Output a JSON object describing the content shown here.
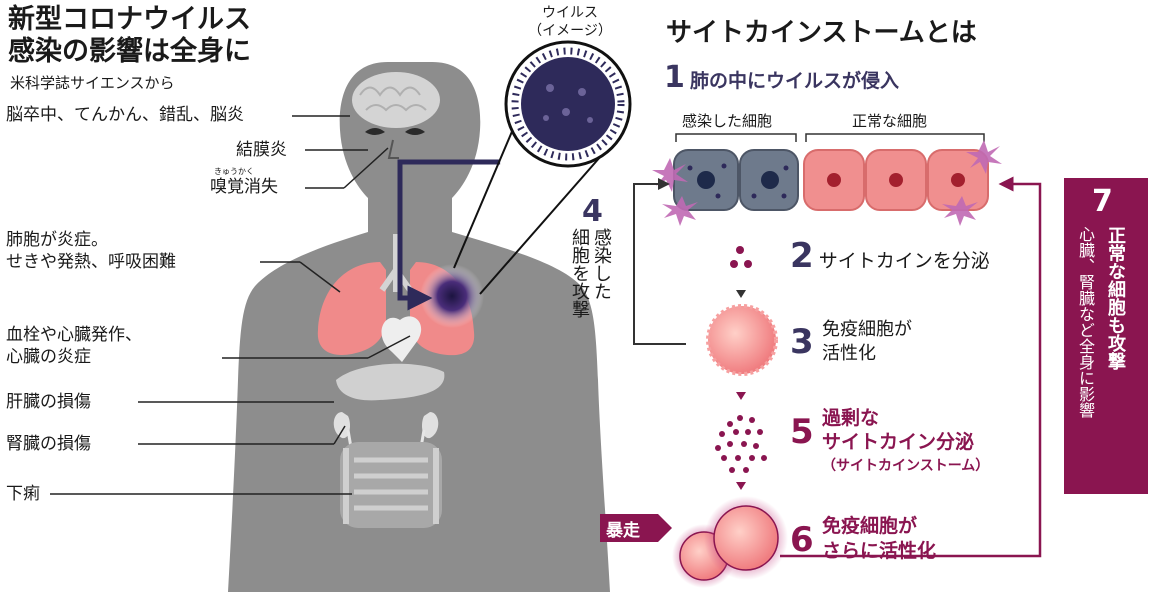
{
  "left": {
    "title_line1": "新型コロナウイルス",
    "title_line2": "感染の影響は全身に",
    "source": "米科学誌サイエンスから",
    "virus_label_line1": "ウイルス",
    "virus_label_line2": "（イメージ）",
    "effects": {
      "brain": "脳卒中、てんかん、錯乱、脳炎",
      "eye": "結膜炎",
      "smell_ruby": "きゅうかく",
      "smell": "嗅覚消失",
      "lung_line1": "肺胞が炎症。",
      "lung_line2": "せきや発熱、呼吸困難",
      "heart_line1": "血栓や心臓発作、",
      "heart_line2": "心臓の炎症",
      "liver": "肝臓の損傷",
      "kidney": "腎臓の損傷",
      "intestine": "下痢"
    }
  },
  "right": {
    "title": "サイトカインストームとは",
    "step1_num": "1",
    "step1_text": "肺の中にウイルスが侵入",
    "infected_cells": "感染した細胞",
    "normal_cells": "正常な細胞",
    "step2_num": "2",
    "step2_text": "サイトカインを分泌",
    "step3_num": "3",
    "step3_line1": "免疫細胞が",
    "step3_line2": "活性化",
    "step4_num": "4",
    "step4_col1": "感染した",
    "step4_col2": "細胞を攻撃",
    "step5_num": "5",
    "step5_line1": "過剰な",
    "step5_line2": "サイトカイン分泌",
    "step5_line3": "（サイトカインストーム）",
    "step6_num": "6",
    "step6_line1": "免疫細胞が",
    "step6_line2": "さらに活性化",
    "runaway": "暴走",
    "step7_num": "7",
    "step7_col1": "正常な細胞も攻撃",
    "step7_col2": "心臓、腎臓など全身に影響"
  },
  "colors": {
    "body_gray": "#8d8d8d",
    "lung_pink": "#f08a8a",
    "virus_navy": "#2e2a5a",
    "accent_magenta": "#8a1550",
    "infected_cell": "#6e7a8c",
    "normal_cell": "#f08f8f"
  }
}
